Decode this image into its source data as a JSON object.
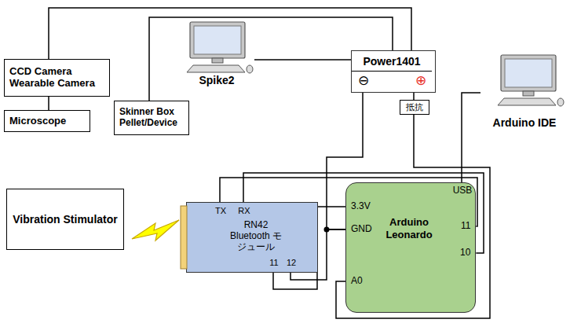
{
  "diagram": {
    "nodes": [
      {
        "text": [
          "CCD Camera Wearable Camera"
        ]
      },
      {
        "text": [
          "Microscope"
        ]
      },
      {
        "text": [
          "Skinner Box Pellet/Device"
        ]
      },
      {
        "text": [
          "Spike2"
        ]
      },
      {
        "text": [
          "Power1401",
          "⊖",
          "⊕"
        ]
      },
      {
        "text": [
          "抵抗"
        ]
      },
      {
        "text": [
          "Arduino IDE"
        ]
      },
      {
        "text": [
          "Vibration Stimulator"
        ]
      },
      {
        "text": [
          "TX",
          "RX",
          "RN42 Bluetooth モジュール",
          "11",
          "12"
        ]
      },
      {
        "text": [
          "USB",
          "3.3V",
          "GND",
          "Arduino Leonardo",
          "11",
          "10",
          "A0"
        ]
      }
    ],
    "edges": [
      {
        "from": 0,
        "to": 4,
        "arrow": "none"
      },
      {
        "from": 0,
        "to": 1,
        "arrow": "none"
      },
      {
        "from": 2,
        "to": 4,
        "arrow": "none"
      },
      {
        "from": 3,
        "to": 4,
        "arrow": "none"
      },
      {
        "from": 4,
        "to": 9,
        "arrow": "none"
      },
      {
        "from": 4,
        "to": 5,
        "arrow": "none"
      },
      {
        "from": 5,
        "to": 9,
        "arrow": "none"
      },
      {
        "from": 8,
        "to": 9,
        "arrow": "none"
      },
      {
        "from": 8,
        "to": 9,
        "arrow": "none"
      },
      {
        "from": 8,
        "to": 9,
        "arrow": "none"
      },
      {
        "from": 8,
        "to": 9,
        "arrow": "none"
      },
      {
        "from": 9,
        "to": 6,
        "arrow": "none"
      }
    ]
  }
}
